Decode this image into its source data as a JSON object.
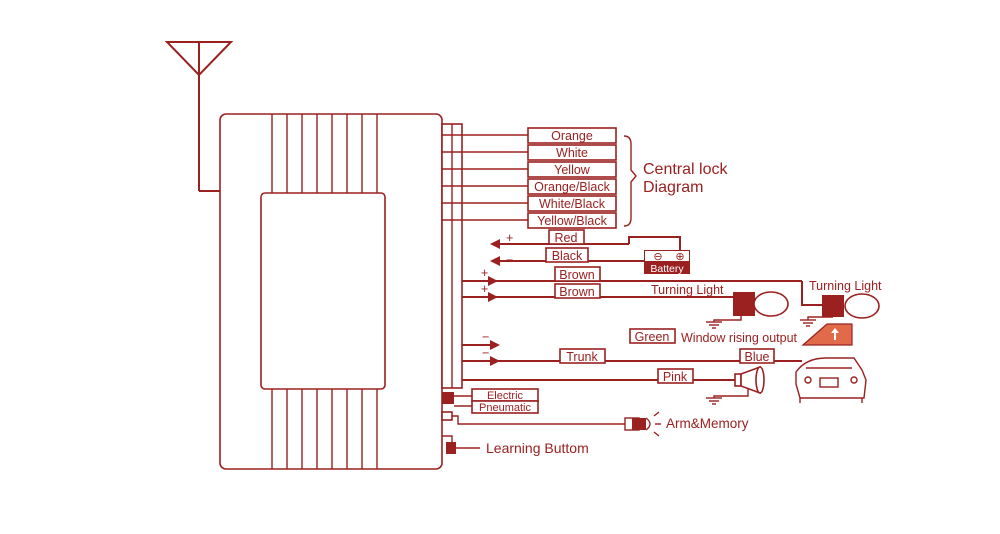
{
  "colors": {
    "wire": "#9b2020",
    "accent": "#e06a4a",
    "background": "#ffffff"
  },
  "central_lock": {
    "title_line1": "Central lock",
    "title_line2": "Diagram",
    "wires": [
      "Orange",
      "White",
      "Yellow",
      "Orange/Black",
      "White/Black",
      "Yellow/Black"
    ]
  },
  "power": {
    "red": "Red",
    "black": "Black",
    "plus": "+",
    "minus": "−",
    "battery": "Battery",
    "battery_neg": "⊖",
    "battery_pos": "⊕"
  },
  "turning": {
    "brown1": "Brown",
    "brown2": "Brown",
    "plus": "+",
    "label_left": "Turning Light",
    "label_right": "Turning Light"
  },
  "window": {
    "wire": "Green",
    "label": "Window rising output",
    "minus": "−"
  },
  "trunk": {
    "wire": "Trunk",
    "blue": "Blue",
    "minus": "−"
  },
  "siren": {
    "wire": "Pink"
  },
  "lock_type": {
    "electric": "Electric",
    "pneumatic": "Pneumatic"
  },
  "led": {
    "label": "Arm&Memory"
  },
  "learning": {
    "label": "Learning Buttom"
  }
}
